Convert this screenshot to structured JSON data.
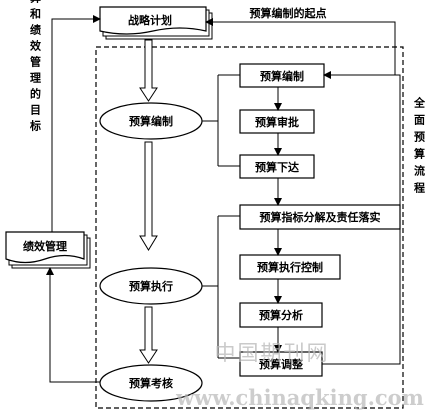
{
  "top_note": "预算编制的起点",
  "left_note": "预算和绩效管理的目标",
  "right_note": "全面预算流程",
  "docs": {
    "strategy": "战略计划",
    "performance": "绩效管理"
  },
  "ellipses": {
    "compile": "预算编制",
    "execute": "预算执行",
    "assess": "预算考核"
  },
  "steps": {
    "compile": "预算编制",
    "review": "预算审批",
    "issue": "预算下达",
    "decompose": "预算指标分解及责任落实",
    "control": "预算执行控制",
    "analysis": "预算分析",
    "adjust": "预算调整"
  },
  "watermark": {
    "cn": "中国期刊网",
    "url": "www.chinaqking.com"
  }
}
